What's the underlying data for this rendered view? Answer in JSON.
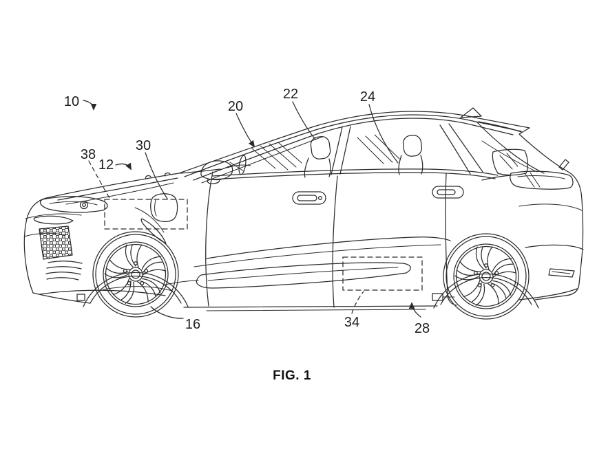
{
  "figure": {
    "caption": "FIG. 1",
    "background_color": "#ffffff",
    "line_color": "#2a2a2a",
    "text_color": "#1e1e1e"
  },
  "reference_numerals": {
    "r10": "10",
    "r12": "12",
    "r16": "16",
    "r20": "20",
    "r22": "22",
    "r24": "24",
    "r28": "28",
    "r30": "30",
    "r34": "34",
    "r38": "38"
  }
}
